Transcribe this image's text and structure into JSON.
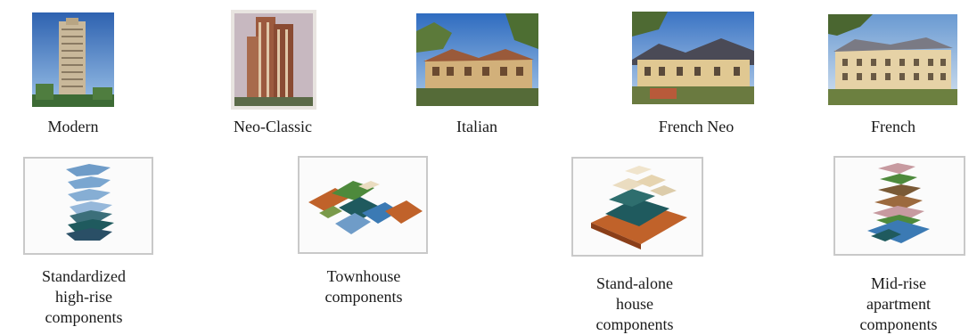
{
  "styles": [
    {
      "label": "Modern",
      "image": "modern-highrise-tower-photo"
    },
    {
      "label": "Neo-Classic",
      "image": "neo-classic-tower-photo"
    },
    {
      "label": "Italian",
      "image": "italian-villa-photo"
    },
    {
      "label": "French Neo",
      "image": "french-neo-villa-photo"
    },
    {
      "label": "French",
      "image": "french-apartment-photo"
    }
  ],
  "components": [
    {
      "label": "Standardized\nhigh-rise\ncomponents",
      "image": "high-rise-exploded-model"
    },
    {
      "label": "Townhouse\ncomponents",
      "image": "townhouse-exploded-model"
    },
    {
      "label": "Stand-alone\nhouse\ncomponents",
      "image": "stand-alone-house-exploded-model"
    },
    {
      "label": "Mid-rise\napartment\ncomponents",
      "image": "mid-rise-apartment-exploded-model"
    }
  ],
  "colors": {
    "sky": "#4a7fc0",
    "building_red": "#9c5a3e",
    "model_blue": "#6f9cc8",
    "model_teal": "#1f5a5e",
    "model_green": "#4e8a3c",
    "model_orange": "#c0622a",
    "model_cream": "#eadcc0",
    "model_pink": "#c79aa0"
  }
}
